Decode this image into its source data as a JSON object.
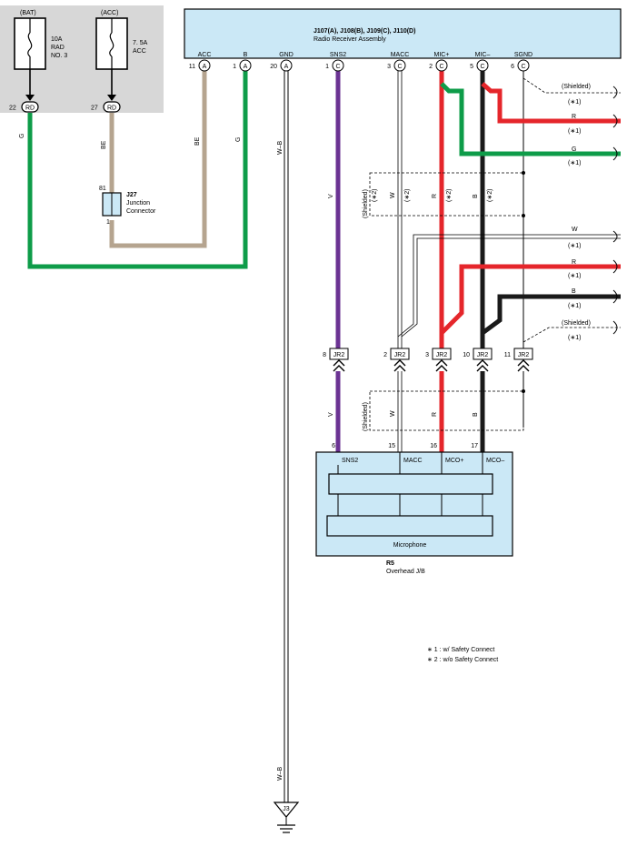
{
  "fuse_box": {
    "bat": {
      "supply": "(BAT)",
      "rating": "10A",
      "name1": "RAD",
      "name2": "NO. 3",
      "pin": "22",
      "conn": "RD",
      "wire": "G"
    },
    "acc": {
      "supply": "(ACC)",
      "rating": "7. 5A",
      "name1": "ACC",
      "pin": "27",
      "conn": "RD",
      "wire": "BE"
    }
  },
  "junction": {
    "code": "J27",
    "name1": "Junction",
    "name2": "Connector",
    "pin_top": "81",
    "pin_bottom": "1"
  },
  "radio": {
    "code": "J107(A), J108(B), J109(C), J110(D)",
    "name": "Radio Receiver Assembly",
    "pins": [
      {
        "label": "ACC",
        "num": "11",
        "conn": "A"
      },
      {
        "label": "B",
        "num": "1",
        "conn": "A"
      },
      {
        "label": "GND",
        "num": "20",
        "conn": "A"
      },
      {
        "label": "SNS2",
        "num": "1",
        "conn": "C"
      },
      {
        "label": "MACC",
        "num": "3",
        "conn": "C"
      },
      {
        "label": "MIC+",
        "num": "2",
        "conn": "C"
      },
      {
        "label": "MIC–",
        "num": "5",
        "conn": "C"
      },
      {
        "label": "SGND",
        "num": "6",
        "conn": "C"
      }
    ]
  },
  "wire_labels": {
    "be": "BE",
    "g": "G",
    "wb": "W–B",
    "v": "V",
    "w": "W",
    "r": "R",
    "b": "B",
    "shielded": "(Shielded)",
    "n1": "(∗1)",
    "n2": "(∗2)"
  },
  "jr2": {
    "conn": "JR2",
    "pins": [
      "8",
      "2",
      "3",
      "10",
      "11"
    ]
  },
  "microphone": {
    "code": "R5",
    "name": "Overhead J/B",
    "unit": "Microphone",
    "pins": [
      {
        "label": "SNS2",
        "num": "6"
      },
      {
        "label": "MACC",
        "num": "15"
      },
      {
        "label": "MCO+",
        "num": "16"
      },
      {
        "label": "MCO–",
        "num": "17"
      }
    ]
  },
  "ground": {
    "code": "J3"
  },
  "notes": [
    "∗ 1 : w/ Safety Connect",
    "∗ 2 : w/o Safety Connect"
  ],
  "colors": {
    "green": "#0e9c49",
    "red": "#e5262b",
    "purple": "#6b3393",
    "beige": "#b5a48f",
    "black": "#1a1a1a",
    "panel": "#cbe8f6",
    "fusebg": "#d7d7d7"
  }
}
